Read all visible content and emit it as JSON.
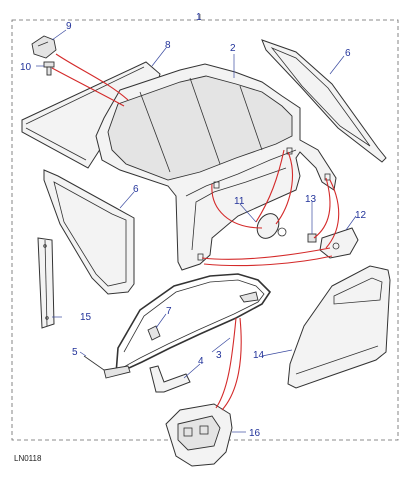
{
  "diagram": {
    "group_label": "1",
    "diagram_code": "LN0118",
    "colors": {
      "callout": "#22339a",
      "link_line": "#d42a2a",
      "outline": "#333333"
    },
    "callouts": [
      {
        "id": "c1",
        "text": "1"
      },
      {
        "id": "c2",
        "text": "2"
      },
      {
        "id": "c3",
        "text": "3"
      },
      {
        "id": "c4",
        "text": "4"
      },
      {
        "id": "c5",
        "text": "5"
      },
      {
        "id": "c6a",
        "text": "6"
      },
      {
        "id": "c6b",
        "text": "6"
      },
      {
        "id": "c7",
        "text": "7"
      },
      {
        "id": "c8",
        "text": "8"
      },
      {
        "id": "c9",
        "text": "9"
      },
      {
        "id": "c10",
        "text": "10"
      },
      {
        "id": "c11",
        "text": "11"
      },
      {
        "id": "c12",
        "text": "12"
      },
      {
        "id": "c13",
        "text": "13"
      },
      {
        "id": "c14",
        "text": "14"
      },
      {
        "id": "c15",
        "text": "15"
      },
      {
        "id": "c16",
        "text": "16"
      }
    ]
  }
}
